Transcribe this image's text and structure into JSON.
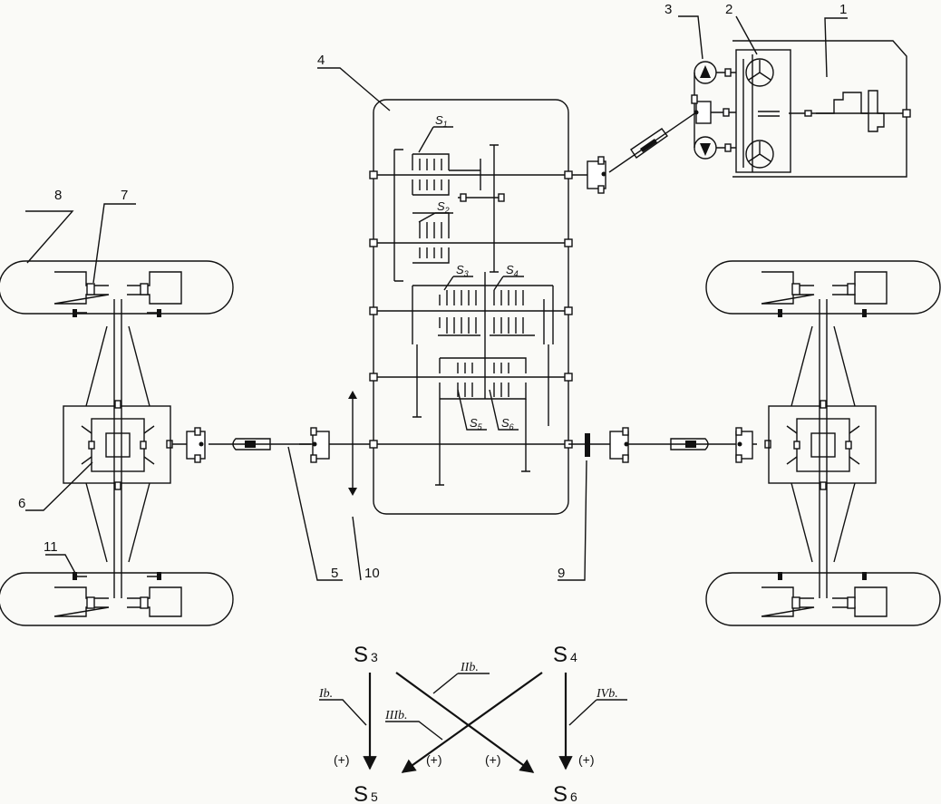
{
  "callouts": [
    "1",
    "2",
    "3",
    "4",
    "5",
    "6",
    "7",
    "8",
    "9",
    "10",
    "11"
  ],
  "clutches": [
    {
      "letter": "S",
      "sub": "1"
    },
    {
      "letter": "S",
      "sub": "2"
    },
    {
      "letter": "S",
      "sub": "3"
    },
    {
      "letter": "S",
      "sub": "4"
    },
    {
      "letter": "S",
      "sub": "5"
    },
    {
      "letter": "S",
      "sub": "6"
    }
  ],
  "shift_scheme": {
    "nodes": [
      {
        "letter": "S",
        "sub": "3"
      },
      {
        "letter": "S",
        "sub": "4"
      },
      {
        "letter": "S",
        "sub": "5"
      },
      {
        "letter": "S",
        "sub": "6"
      }
    ],
    "paths": [
      {
        "gear": "Ib.",
        "sign": "(+)"
      },
      {
        "gear": "IIb.",
        "sign": "(+)"
      },
      {
        "gear": "IIIb.",
        "sign": "(+)"
      },
      {
        "gear": "IVb.",
        "sign": "(+)"
      }
    ]
  }
}
